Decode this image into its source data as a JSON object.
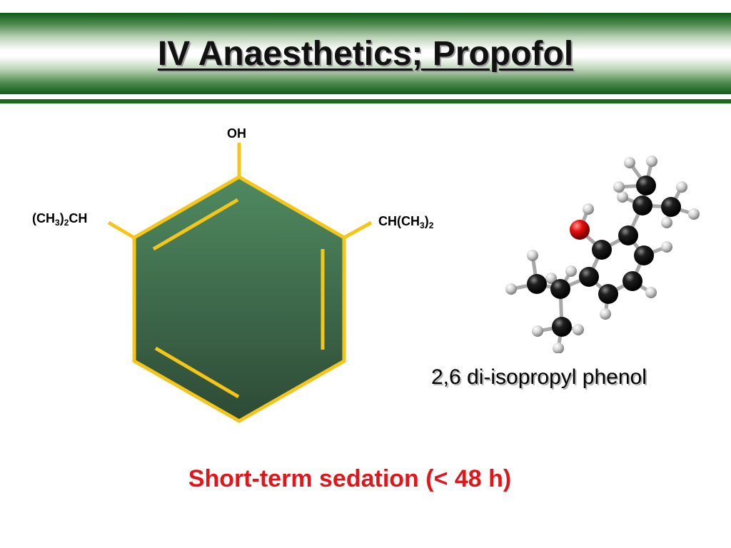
{
  "slide": {
    "title": "IV Anaesthetics; Propofol",
    "compound_name": "2,6 di-isopropyl phenol",
    "use_note": "Short-term sedation (< 48 h)"
  },
  "structure": {
    "top_substituent": "OH",
    "left_substituent": {
      "pre": "(CH",
      "sub1": "3",
      "mid": ")",
      "sub2": "2",
      "post": "CH"
    },
    "right_substituent": {
      "pre": "CH(CH",
      "sub1": "3",
      "mid": ")",
      "sub2": "2"
    }
  },
  "colors": {
    "title_rule": "#1d6b1f",
    "ring_fill": "#3f7a55",
    "bond": "#f5c518",
    "note_text": "#e0161b",
    "oxygen": "#e81010",
    "carbon": "#151515",
    "hydrogen": "#dcdcdc"
  }
}
